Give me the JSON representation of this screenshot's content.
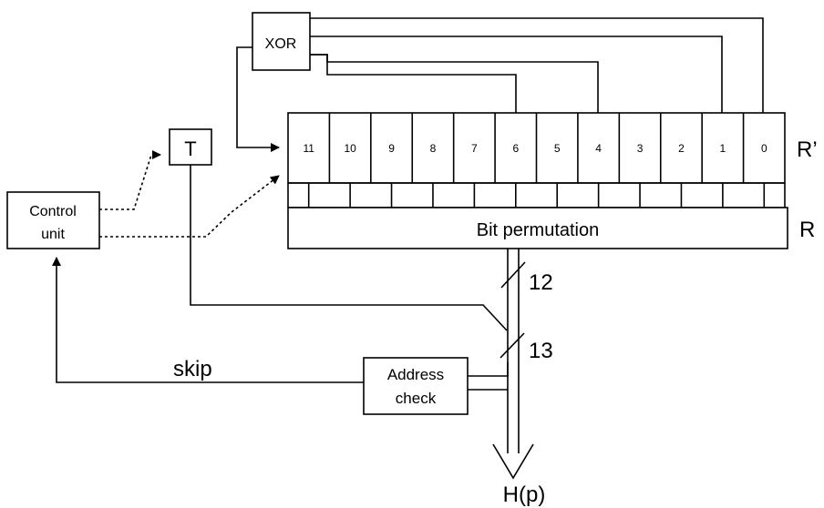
{
  "blocks": {
    "xor": "XOR",
    "t": "T",
    "control_unit": [
      "Control",
      "unit"
    ],
    "bit_permutation": "Bit permutation",
    "address_check": [
      "Address",
      "check"
    ]
  },
  "register": {
    "cells": [
      "11",
      "10",
      "9",
      "8",
      "7",
      "6",
      "5",
      "4",
      "3",
      "2",
      "1",
      "0"
    ],
    "top_label": "R’",
    "bottom_label": "R"
  },
  "bus_widths": {
    "upper": "12",
    "lower": "13"
  },
  "signals": {
    "skip": "skip"
  },
  "output": "H(p)"
}
